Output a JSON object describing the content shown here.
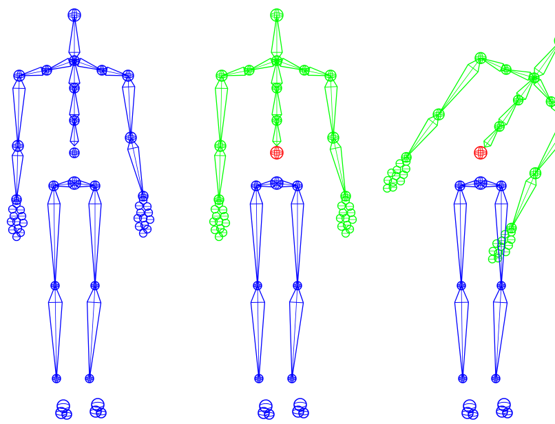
{
  "colors": {
    "background": "#ffffff",
    "unselected_bones": "#0000ff",
    "selected_bones": "#00ff00",
    "pivot_joint": "#ff0000"
  },
  "figures": [
    {
      "id": "figure-1",
      "upper_body_color": "#0000ff",
      "lower_body_color": "#0000ff",
      "pivot": false,
      "upper_body_pose": "rest"
    },
    {
      "id": "figure-2",
      "upper_body_color": "#00ff00",
      "lower_body_color": "#0000ff",
      "pivot": true,
      "upper_body_pose": "rest"
    },
    {
      "id": "figure-3",
      "upper_body_color": "#00ff00",
      "lower_body_color": "#0000ff",
      "pivot": true,
      "upper_body_pose": "rotated-right-about-pivot"
    }
  ]
}
